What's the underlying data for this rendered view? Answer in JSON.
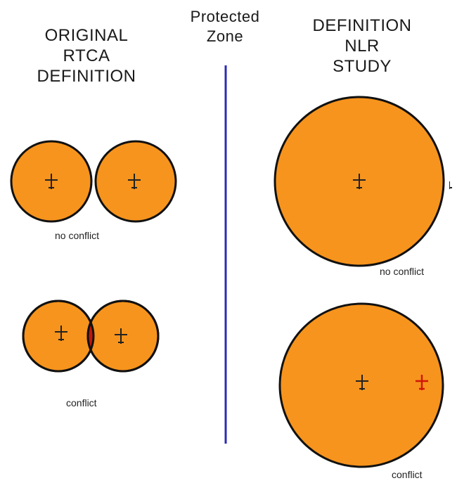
{
  "headings": {
    "left": [
      "ORIGINAL",
      "RTCA",
      "DEFINITION"
    ],
    "center": [
      "Protected",
      "Zone"
    ],
    "right": [
      "DEFINITION",
      "NLR",
      "STUDY"
    ]
  },
  "captions": {
    "rtca_no_conflict": "no conflict",
    "rtca_conflict": "conflict",
    "nlr_no_conflict": "no conflict",
    "nlr_conflict": "conflict"
  },
  "colors": {
    "zone_fill": "#F7941D",
    "overlap_fill": "#C0160C",
    "outline": "#111111",
    "divider": "#2B2BB5",
    "intruder_conflict": "#D0160A"
  },
  "icons": [
    "aircraft-icon"
  ]
}
